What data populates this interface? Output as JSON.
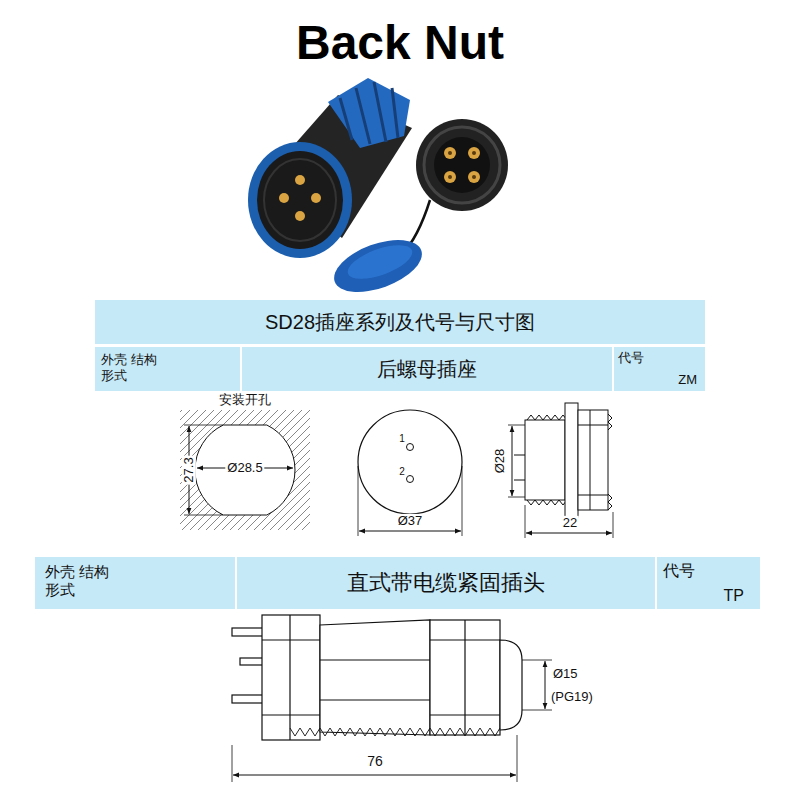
{
  "diagram": {
    "title": "Back Nut",
    "nodes": [
      {
        "text": [
          "SD28插座系列及代号与尺寸图"
        ]
      },
      {
        "text": [
          "外壳 结构形式",
          "后螺母插座",
          "代号",
          "ZM"
        ]
      },
      {
        "text": [
          "外壳 结构形式",
          "直式带电缆紧固插头",
          "代号",
          "TP"
        ]
      }
    ],
    "labels": [
      "安装开孔",
      "Ø28.5",
      "27.3",
      "1",
      "2",
      "Ø37",
      "Ø28",
      "22",
      "Ø15",
      "(PG19)",
      "76"
    ]
  }
}
